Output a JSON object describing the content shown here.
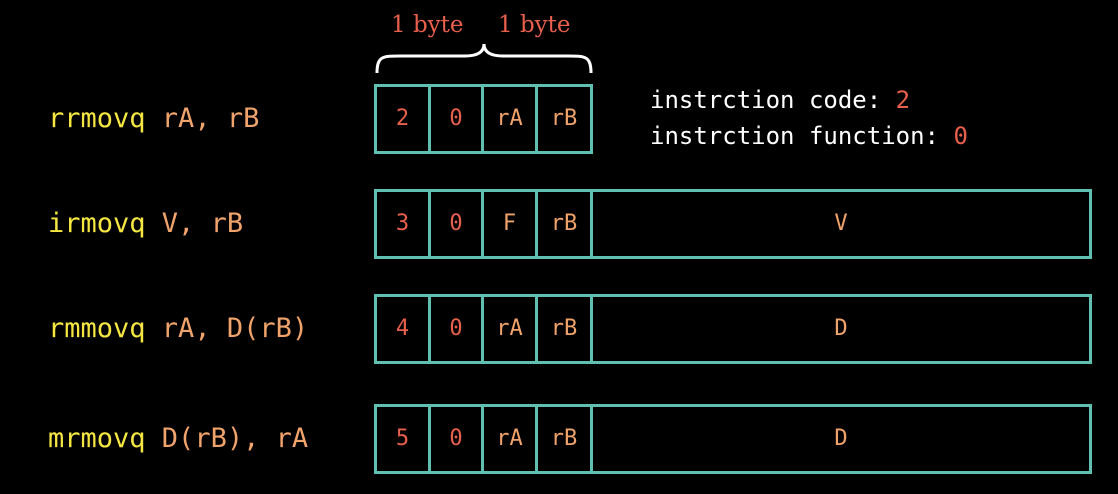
{
  "brace_labels": [
    "1 byte",
    "1 byte"
  ],
  "info": {
    "code_label": "instrction code:",
    "code_value": "2",
    "function_label": "instrction function:",
    "function_value": "0"
  },
  "instructions": [
    {
      "mnemonic": "rrmovq",
      "operands": " rA, rB",
      "cells": [
        "2",
        "0",
        "rA",
        "rB"
      ]
    },
    {
      "mnemonic": "irmovq",
      "operands": " V, rB",
      "cells": [
        "3",
        "0",
        "F",
        "rB"
      ],
      "extra": "V"
    },
    {
      "mnemonic": "rmmovq",
      "operands": " rA, D(rB)",
      "cells": [
        "4",
        "0",
        "rA",
        "rB"
      ],
      "extra": "D"
    },
    {
      "mnemonic": "mrmovq",
      "operands": " D(rB), rA",
      "cells": [
        "5",
        "0",
        "rA",
        "rB"
      ],
      "extra": "D"
    }
  ],
  "colors": {
    "mnemonic": "#f5e642",
    "operand": "#f0a36b",
    "number": "#e8604c",
    "box": "#5fbfb0",
    "background": "#000000"
  }
}
